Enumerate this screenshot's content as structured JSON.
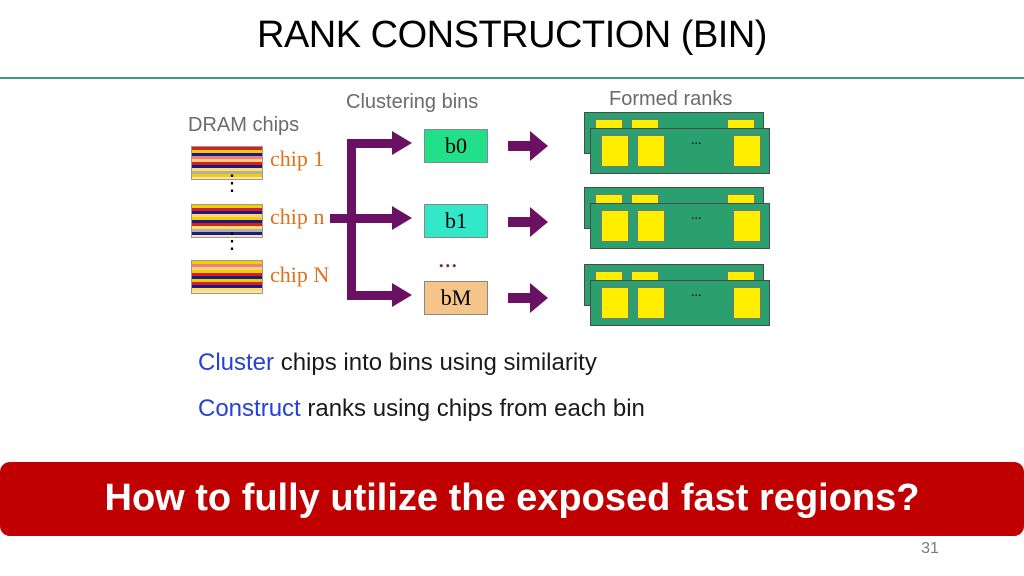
{
  "slide": {
    "title": "RANK CONSTRUCTION (BIN)",
    "page_number": "31"
  },
  "diagram": {
    "labels": {
      "dram_chips": "DRAM chips",
      "clustering_bins": "Clustering bins",
      "formed_ranks": "Formed ranks"
    },
    "chips": [
      {
        "label": "chip 1"
      },
      {
        "label": "chip n"
      },
      {
        "label": "chip N"
      }
    ],
    "vertical_ellipsis": "⋮",
    "bins": [
      {
        "label": "b0",
        "fill": "#22e08a"
      },
      {
        "label": "b1",
        "fill": "#33e8c8"
      },
      {
        "label": "bM",
        "fill": "#f5c48a"
      }
    ],
    "bins_ellipsis": "...",
    "rank_ellipsis": "...",
    "colors": {
      "arrow": "#6a1164",
      "rank_board": "#2aa06e",
      "rank_cell": "#ffee00",
      "chip_label": "#e0701a",
      "keyword": "#2442d4",
      "banner": "#c00000",
      "title_rule": "#3a9b8a"
    }
  },
  "bullets": [
    {
      "keyword": "Cluster",
      "text": " chips into bins using similarity"
    },
    {
      "keyword": "Construct",
      "text": " ranks using chips from each bin"
    }
  ],
  "banner": {
    "text": "How to fully utilize the exposed fast regions?"
  }
}
